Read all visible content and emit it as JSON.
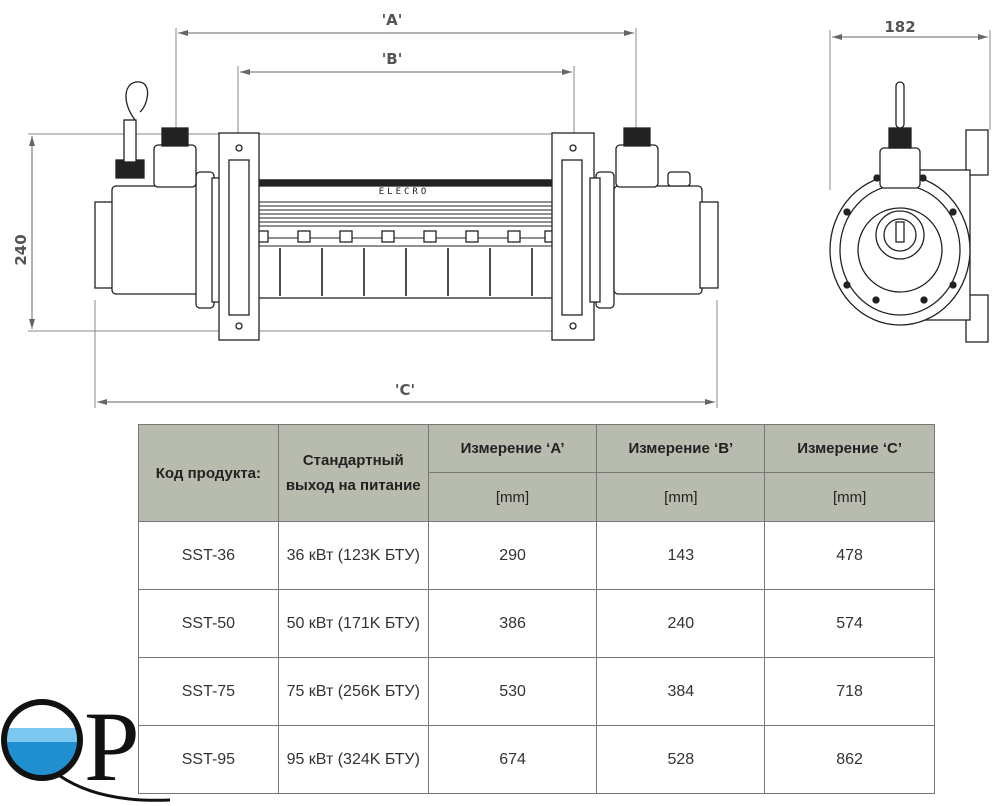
{
  "drawing": {
    "dim_a": "'A'",
    "dim_b": "'B'",
    "dim_c": "'C'",
    "height": "240",
    "width": "182",
    "brand": "ELECRO"
  },
  "table": {
    "headers": {
      "code": "Код продукта:",
      "power": "Стандартный выход на питание",
      "a": "Измерение ‘A’",
      "b": "Измерение ‘B’",
      "c": "Измерение ‘C’",
      "unit": "[mm]"
    },
    "rows": [
      {
        "code": "SST-36",
        "power": "36 кВт (123K БТУ)",
        "a": "290",
        "b": "143",
        "c": "478"
      },
      {
        "code": "SST-50",
        "power": "50 кВт (171K БТУ)",
        "a": "386",
        "b": "240",
        "c": "574"
      },
      {
        "code": "SST-75",
        "power": "75 кВт (256K БТУ)",
        "a": "530",
        "b": "384",
        "c": "718"
      },
      {
        "code": "SST-95",
        "power": "95 кВт (324K БТУ)",
        "a": "674",
        "b": "528",
        "c": "862"
      }
    ]
  },
  "logo": {
    "text": "QP"
  }
}
